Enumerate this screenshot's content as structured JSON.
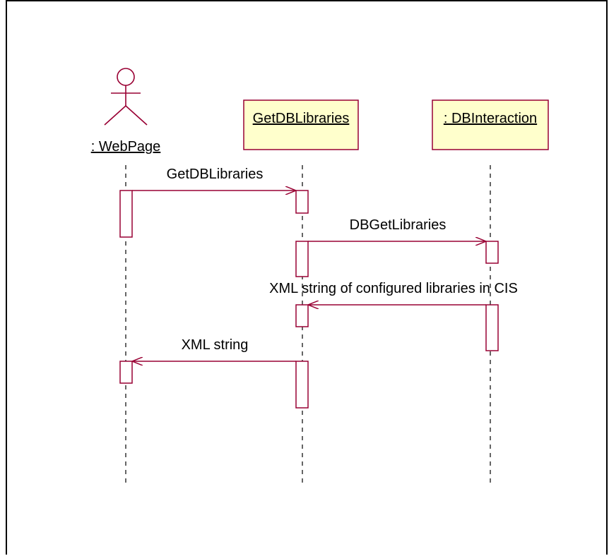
{
  "participants": [
    {
      "id": "webpage",
      "label": ": WebPage",
      "kind": "actor"
    },
    {
      "id": "getdb",
      "label": "GetDBLibraries",
      "kind": "object"
    },
    {
      "id": "dbint",
      "label": ": DBInteraction",
      "kind": "object"
    }
  ],
  "messages": [
    {
      "label": "GetDBLibraries",
      "from": "webpage",
      "to": "getdb"
    },
    {
      "label": "DBGetLibraries",
      "from": "getdb",
      "to": "dbint"
    },
    {
      "label": "XML string of configured libraries in CIS",
      "from": "dbint",
      "to": "getdb"
    },
    {
      "label": "XML string",
      "from": "getdb",
      "to": "webpage"
    }
  ],
  "colors": {
    "line": "#990033",
    "object_fill": "#ffffcc",
    "object_border": "#990033",
    "text": "#000000"
  }
}
